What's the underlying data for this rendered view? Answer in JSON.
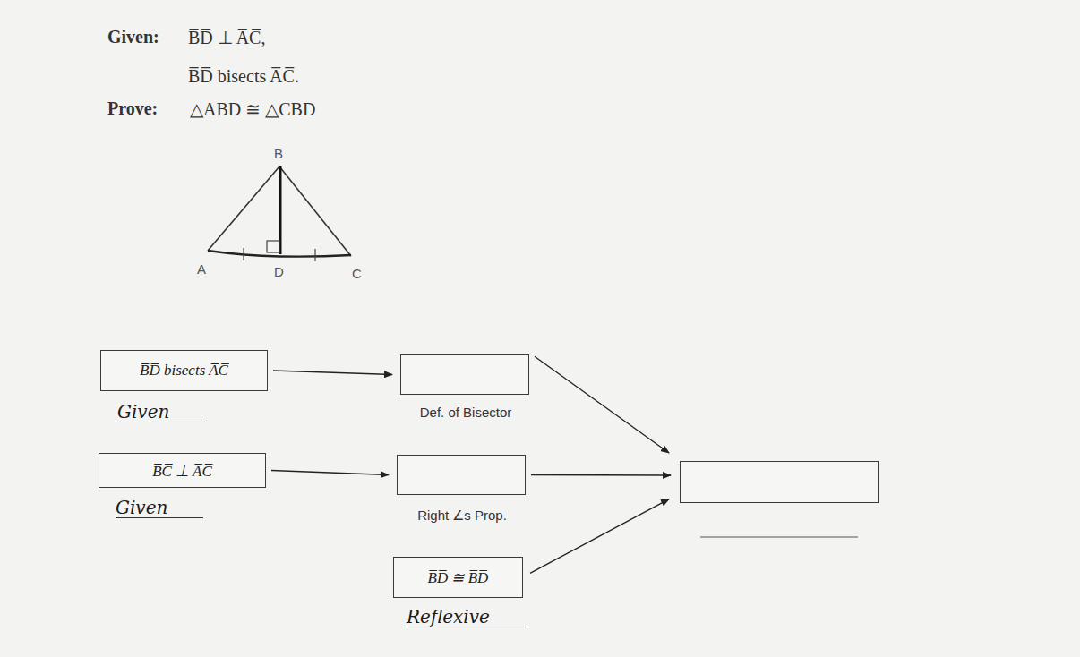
{
  "diagram": {
    "nodes": [
      {
        "text": [
          "B̅D̅ bisects A̅C̅",
          "Given"
        ]
      },
      {
        "text": [
          "Def. of Bisector"
        ]
      },
      {
        "text": [
          "B̅C̅ ⊥ A̅C̅",
          "Given"
        ]
      },
      {
        "text": [
          "Right ∠s Prop."
        ]
      },
      {
        "text": []
      },
      {
        "text": [
          "B̅D̅ ≅ B̅D̅",
          "Reflexive"
        ]
      }
    ],
    "edges": [
      {
        "from": 0,
        "to": 1,
        "arrow": "to"
      },
      {
        "from": 2,
        "to": 3,
        "arrow": "to"
      },
      {
        "from": 1,
        "to": 4,
        "arrow": "to"
      },
      {
        "from": 3,
        "to": 4,
        "arrow": "to"
      },
      {
        "from": 5,
        "to": 4,
        "arrow": "to"
      }
    ],
    "labels": [
      "Given:",
      "B̅D̅ ⊥ A̅C̅,",
      "B̅D̅ bisects A̅C̅.",
      "Prove:",
      "△ABD ≅ △CBD",
      "B",
      "A",
      "D",
      "C"
    ]
  }
}
